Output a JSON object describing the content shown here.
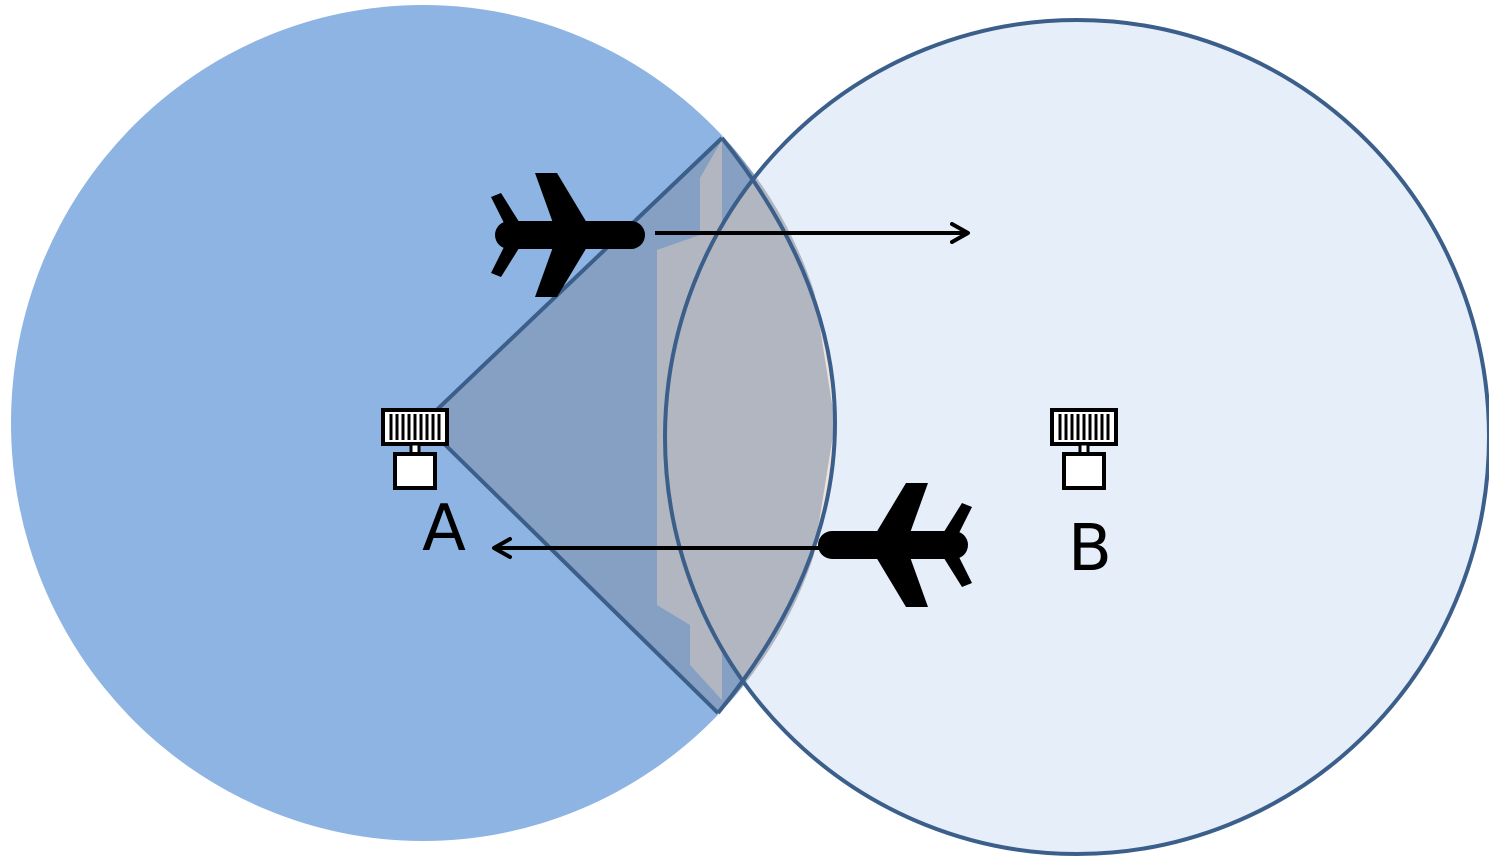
{
  "colors": {
    "coverage_a": "#8eb4e3",
    "coverage_b": "#e6eef9",
    "coverage_b_stroke": "#3b5f8a",
    "sector_fill": "#7f8fa9",
    "sector_stroke": "#3b5f8a",
    "overlap_fill": "#efe4dc",
    "ink": "#000000"
  },
  "stations": [
    {
      "id": "A",
      "label": "A",
      "icon": "radar-station-icon"
    },
    {
      "id": "B",
      "label": "B",
      "icon": "radar-station-icon"
    }
  ],
  "aircraft": [
    {
      "icon": "airplane-icon",
      "heading": "right",
      "station_from": "A"
    },
    {
      "icon": "airplane-icon",
      "heading": "left",
      "station_to": "A"
    }
  ]
}
